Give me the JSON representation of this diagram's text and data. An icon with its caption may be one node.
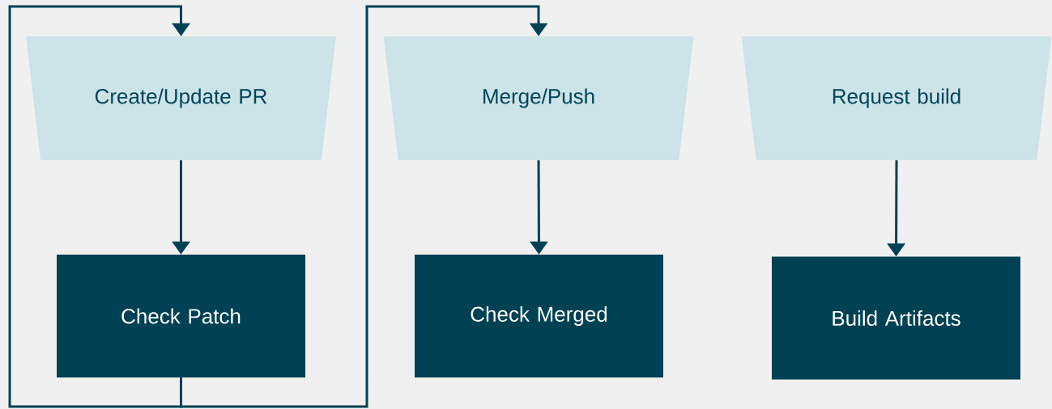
{
  "diagram": {
    "nodes": [
      {
        "text": [
          "Create/Update PR"
        ]
      },
      {
        "text": [
          "Merge/Push"
        ]
      },
      {
        "text": [
          "Request build"
        ]
      },
      {
        "text": [
          "Check Patch"
        ]
      },
      {
        "text": [
          "Check Merged"
        ]
      },
      {
        "text": [
          "Build Artifacts"
        ]
      }
    ],
    "edges": [
      {
        "from": 0,
        "to": 3,
        "arrow": "to"
      },
      {
        "from": 1,
        "to": 4,
        "arrow": "to"
      },
      {
        "from": 2,
        "to": 5,
        "arrow": "to"
      },
      {
        "from": 3,
        "to": 0,
        "arrow": "to"
      },
      {
        "from": 3,
        "to": 1,
        "arrow": "to"
      }
    ]
  }
}
